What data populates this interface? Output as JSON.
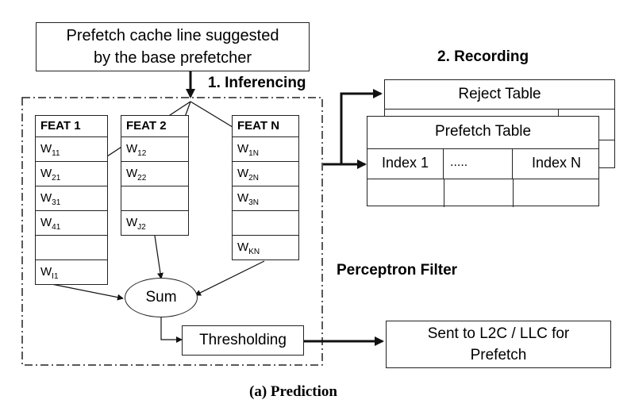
{
  "source_box": {
    "line1": "Prefetch cache line suggested",
    "line2": "by the base prefetcher"
  },
  "labels": {
    "inferencing": "1. Inferencing",
    "recording": "2. Recording",
    "perceptron_filter": "Perceptron Filter",
    "caption": "(a) Prediction"
  },
  "feat1": {
    "header": "FEAT 1",
    "cells": [
      [
        "W",
        "11"
      ],
      [
        "W",
        "21"
      ],
      [
        "W",
        "31"
      ],
      [
        "W",
        "41"
      ],
      [
        "",
        ""
      ],
      [
        "W",
        "I1"
      ]
    ]
  },
  "feat2": {
    "header": "FEAT 2",
    "cells": [
      [
        "W",
        "12"
      ],
      [
        "W",
        "22"
      ],
      [
        "",
        ""
      ],
      [
        "W",
        "J2"
      ]
    ]
  },
  "featN": {
    "header": "FEAT N",
    "cells": [
      [
        "W",
        "1N"
      ],
      [
        "W",
        "2N"
      ],
      [
        "W",
        "3N"
      ],
      [
        "",
        ""
      ],
      [
        "W",
        "KN"
      ]
    ]
  },
  "sum": "Sum",
  "thresholding": "Thresholding",
  "reject_table": {
    "title": "Reject Table"
  },
  "prefetch_table": {
    "title": "Prefetch Table",
    "columns": [
      "Index 1",
      ".....",
      "Index N"
    ]
  },
  "output_box": {
    "line1": "Sent to L2C / LLC for",
    "line2": "Prefetch"
  }
}
